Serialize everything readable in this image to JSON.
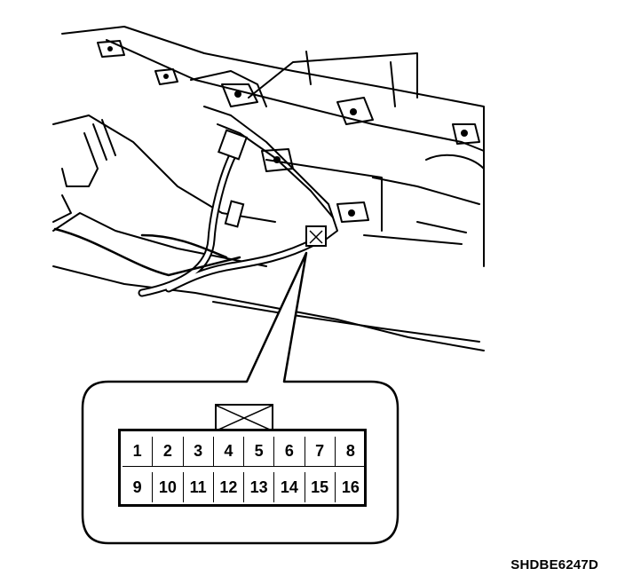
{
  "connector": {
    "pins_top": [
      "1",
      "2",
      "3",
      "4",
      "5",
      "6",
      "7",
      "8"
    ],
    "pins_bottom": [
      "9",
      "10",
      "11",
      "12",
      "13",
      "14",
      "15",
      "16"
    ]
  },
  "figure_code": "SHDBE6247D"
}
